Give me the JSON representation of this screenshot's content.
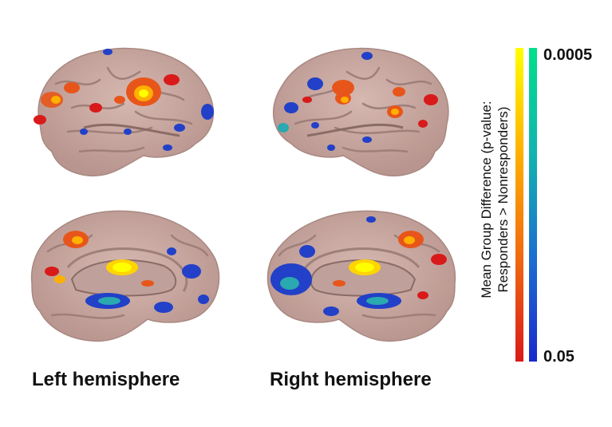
{
  "panels": {
    "left_label": "Left hemisphere",
    "right_label": "Right hemisphere"
  },
  "colorbar": {
    "title_line1": "Mean Group Difference (p-value:",
    "title_line2": "Responders > Nonresponders)",
    "max_label": "0.0005",
    "min_label": "0.05",
    "warm_colors": [
      "#d91a1a",
      "#f06a10",
      "#ffb000",
      "#ffff00"
    ],
    "cool_colors": [
      "#1a2acc",
      "#1d6fd0",
      "#10b4b0",
      "#00e08a"
    ]
  },
  "colors": {
    "cortex": "#c9a9a2",
    "sulcus": "#9e7f79",
    "warm_blob": "#e8551a",
    "hot_blob": "#ffd400",
    "cool_blob": "#2240c8",
    "teal_blob": "#2aa9b0"
  }
}
